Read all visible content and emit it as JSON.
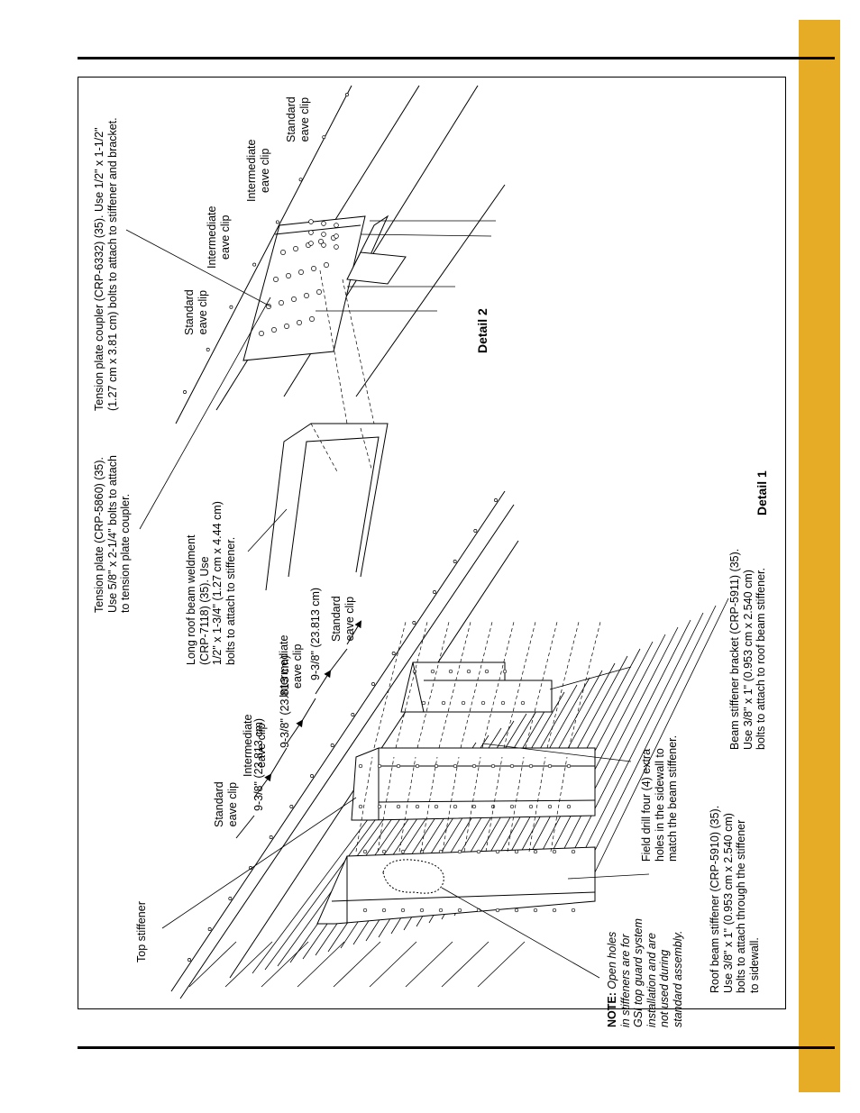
{
  "colors": {
    "tab": "#e6ac26",
    "ink": "#000000"
  },
  "labels": {
    "top_stiffener": "Top stiffener",
    "note": {
      "prefix": "NOTE:",
      "lines": [
        "Open holes",
        "in stiffeners are for",
        "GSI top guard system",
        "installation and are",
        "not used during",
        "standard assembly."
      ]
    },
    "roof_beam_stiffener": [
      "Roof beam stiffener (CRP-5910) (35).",
      "Use 3/8\" x 1\" (0.953 cm x 2.540 cm)",
      "bolts to attach through the stiffener",
      "to sidewall."
    ],
    "field_drill": [
      "Field drill four (4) extra",
      "holes in the sidewall to",
      "match the beam stiffener."
    ],
    "beam_stiffener_bracket": [
      "Beam stiffener bracket (CRP-5911) (35).",
      "Use 3/8\" x 1\" (0.953 cm x 2.540 cm)",
      "bolts to attach to roof beam stiffener."
    ],
    "long_roof_beam": [
      "Long roof beam weldment",
      "(CRP-7118) (35). Use",
      "1/2\" x 1-3/4\" (1.27 cm x 4.44 cm)",
      "bolts to attach to stiffener."
    ],
    "tension_plate": [
      "Tension plate (CRP-5860) (35).",
      "Use 5/8\" x 2-1/4\" bolts to attach",
      "to tension plate coupler."
    ],
    "tension_plate_coupler": [
      "Tension plate coupler (CRP-6332) (35). Use 1/2\" x 1-1/2\"",
      "(1.27 cm x 3.81 cm) bolts to attach to stiffener and bracket."
    ],
    "clip_standard": [
      "Standard",
      "eave clip"
    ],
    "clip_intermediate": [
      "Intermediate",
      "eave clip"
    ],
    "spacing": "9-3/8\" (23.813 cm)",
    "detail1": "Detail 1",
    "detail2": "Detail 2"
  }
}
